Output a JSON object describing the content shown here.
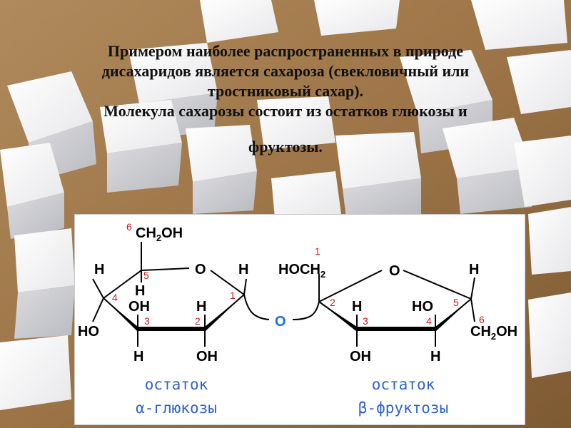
{
  "caption": {
    "line1": "Примером наиболее распространенных в природе",
    "line2": "дисахаридов является сахароза (свекловичный или",
    "line3": "тростниковый сахар).",
    "line4": "Молекула сахарозы состоит из остатков глюкозы и",
    "line5": "фруктозы."
  },
  "glucose": {
    "c6_group": "CH",
    "c6_sub": "2",
    "c6_tail": "OH",
    "ring_o": "O",
    "h_left": "H",
    "h_c1": "H",
    "h_c5": "H",
    "oh_c3": "OH",
    "h_c2": "H",
    "ho_c4": "HO",
    "h_c3": "H",
    "oh_c2": "OH",
    "label_line1": "остаток",
    "label_line2": "α-глюкозы"
  },
  "bridge_o": "O",
  "fructose": {
    "c1_group": "HOCH",
    "c1_sub": "2",
    "ring_o": "O",
    "h_c5": "H",
    "h_c3": "H",
    "ho_c4": "HO",
    "ch2oh_head": "CH",
    "ch2oh_sub": "2",
    "ch2oh_tail": "OH",
    "oh_c3": "OH",
    "h_c4": "H",
    "label_line1": "остаток",
    "label_line2": "β-фруктозы"
  },
  "numbers": {
    "g6": "6",
    "g5": "5",
    "g4": "4",
    "g3": "3",
    "g2": "2",
    "g1": "1",
    "f1": "1",
    "f2": "2",
    "f3": "3",
    "f4": "4",
    "f5": "5",
    "f6": "6"
  },
  "colors": {
    "carbon_numbers": "#d11a1a",
    "glycosidic_oxygen": "#1e6fd9",
    "residue_labels": "#2f62c9"
  }
}
